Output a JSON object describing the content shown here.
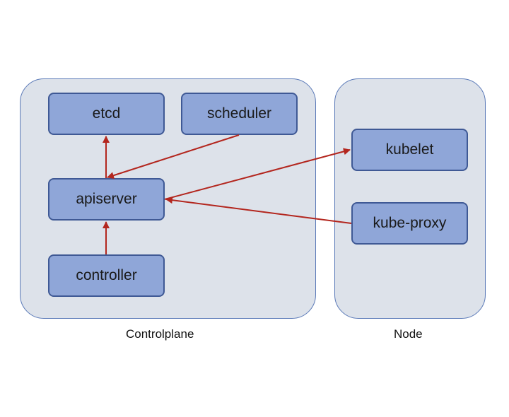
{
  "groups": {
    "controlplane_label": "Controlplane",
    "node_label": "Node"
  },
  "components": {
    "etcd": "etcd",
    "scheduler": "scheduler",
    "apiserver": "apiserver",
    "controller": "controller",
    "kubelet": "kubelet",
    "kube_proxy": "kube-proxy"
  },
  "connections": [
    {
      "from": "apiserver",
      "to": "etcd"
    },
    {
      "from": "scheduler",
      "to": "apiserver"
    },
    {
      "from": "controller",
      "to": "apiserver"
    },
    {
      "from": "apiserver",
      "to": "kubelet"
    },
    {
      "from": "kube-proxy",
      "to": "apiserver"
    }
  ],
  "colors": {
    "panel_fill": "#dde2ea",
    "panel_border": "#5b7ab8",
    "box_fill": "#8fa6d8",
    "box_border": "#3f5995",
    "arrow": "#b3261e"
  }
}
